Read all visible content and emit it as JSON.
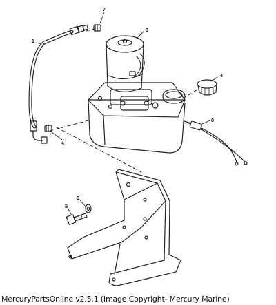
{
  "caption": "MercuryPartsOnline v2.5.1 (Image Copyright- Mercury Marine)",
  "callouts": [
    {
      "id": "1",
      "text": "1"
    },
    {
      "id": "3",
      "text": "3"
    },
    {
      "id": "4",
      "text": "4"
    },
    {
      "id": "5",
      "text": "5"
    },
    {
      "id": "6",
      "text": "6"
    },
    {
      "id": "7",
      "text": "7"
    },
    {
      "id": "8",
      "text": "8"
    },
    {
      "id": "9",
      "text": "9"
    }
  ]
}
